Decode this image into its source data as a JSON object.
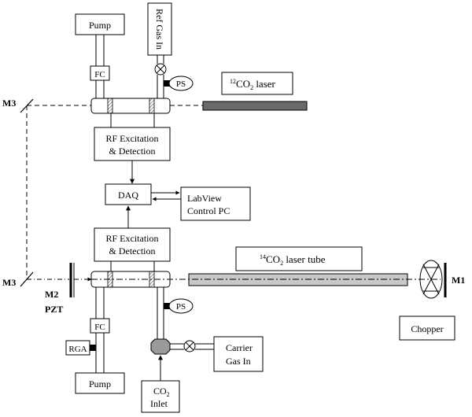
{
  "labels": {
    "pump_top": "Pump",
    "ref_gas_in": "Ref Gas In",
    "fc_top": "FC",
    "ps_top": "PS",
    "laser12_pre": "12",
    "laser12_mid": "CO",
    "laser12_sub": "2",
    "laser12_post": " laser",
    "rf_top_1": "RF Excitation",
    "rf_top_2": "& Detection",
    "daq": "DAQ",
    "labview_1": "LabView",
    "labview_2": "Control PC",
    "rf_bot_1": "RF Excitation",
    "rf_bot_2": "& Detection",
    "laser14_pre": "14",
    "laser14_mid": "CO",
    "laser14_sub": "2",
    "laser14_post": " laser tube",
    "m3_top": "M3",
    "m3_bot": "M3",
    "m2": "M2",
    "pzt": "PZT",
    "m1": "M1",
    "ps_bot": "PS",
    "fc_bot": "FC",
    "rga": "RGA",
    "pump_bot": "Pump",
    "carrier_1": "Carrier",
    "carrier_2": "Gas In",
    "chopper": "Chopper",
    "co2_main": "CO",
    "co2_sub": "2",
    "inlet": "Inlet"
  },
  "colors": {
    "line": "#000000",
    "laser12_fill": "#6b6b6b",
    "laser14_fill": "#c8c8c8",
    "valve_fill": "#ffffff",
    "inlet_valve_fill": "#9a9a9a",
    "hatch": "#555555"
  }
}
